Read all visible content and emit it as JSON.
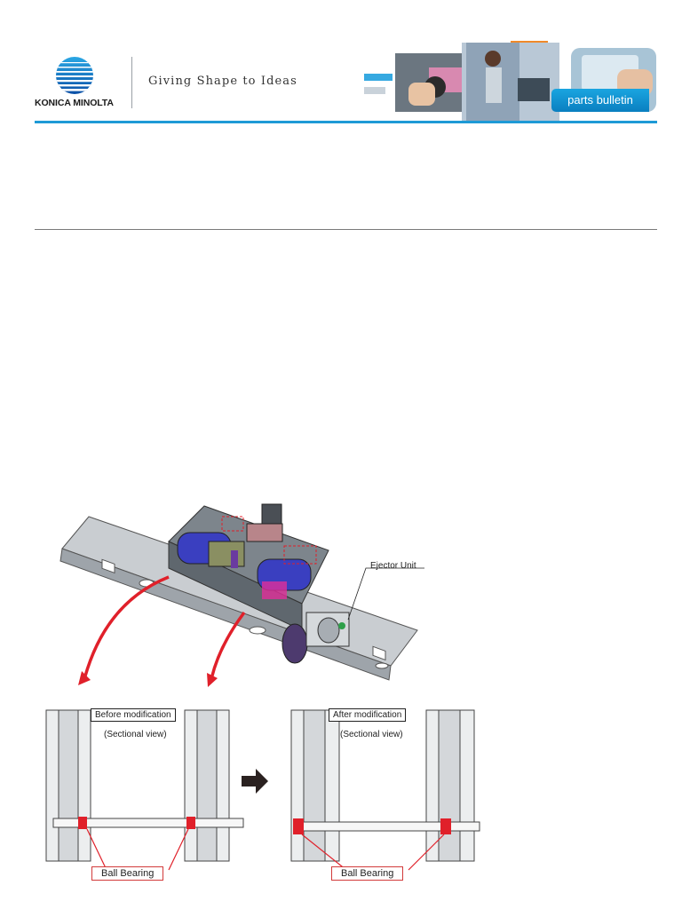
{
  "header": {
    "brand": "KONICA MINOLTA",
    "tagline": "Giving Shape to Ideas",
    "badge": "parts bulletin"
  },
  "figure": {
    "ejector_label": "Ejector Unit",
    "before": {
      "title": "Before modification",
      "subtitle": "(Sectional view)",
      "bearing_label": "Ball Bearing"
    },
    "after": {
      "title": "After modification",
      "subtitle": "(Sectional view)",
      "bearing_label": "Ball Bearing"
    }
  },
  "colors": {
    "brand_blue": "#1e9ad6",
    "highlight_red": "#e0202a",
    "belt_blue": "#3a3fc0"
  },
  "icons": {
    "logo": "globe-icon",
    "arrow": "arrow-right-icon"
  }
}
